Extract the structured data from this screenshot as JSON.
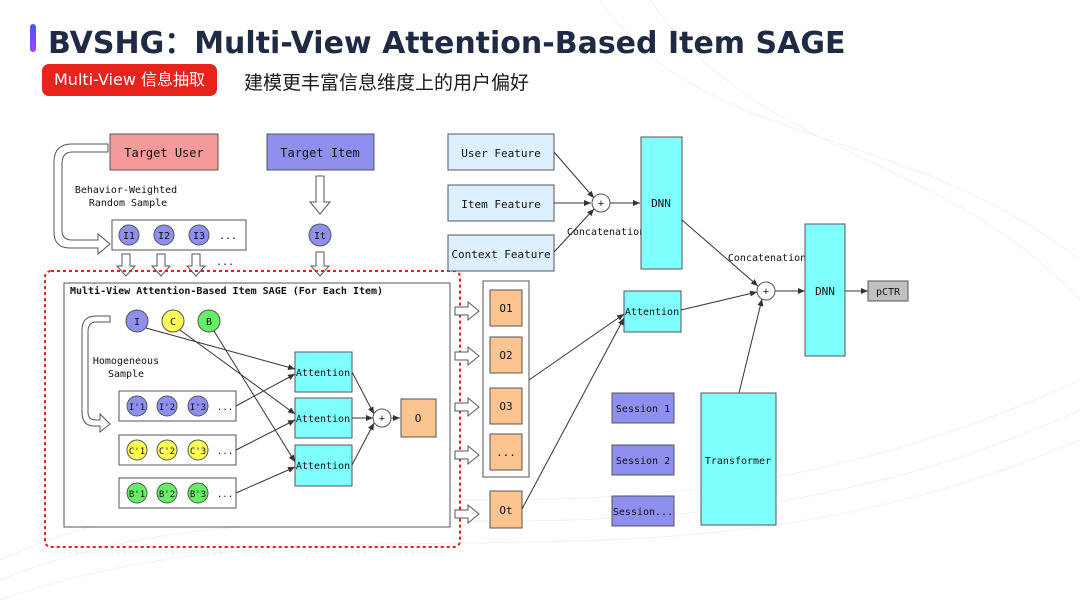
{
  "header": {
    "title": "BVSHG：Multi-View Attention-Based Item SAGE",
    "pill": "Multi-View 信息抽取",
    "subtitle": "建模更丰富信息维度上的用户偏好"
  },
  "diagram": {
    "target_user": "Target User",
    "target_item": "Target Item",
    "behavior_label_1": "Behavior-Weighted",
    "behavior_label_2": "Random Sample",
    "seq_items": [
      "I1",
      "I2",
      "I3",
      "..."
    ],
    "item_it": "It",
    "dots_below": "...",
    "sage_title": "Multi-View Attention-Based Item SAGE (For Each Item)",
    "view_nodes": [
      "I",
      "C",
      "B"
    ],
    "homog_1": "Homogeneous",
    "homog_2": "Sample",
    "row_i": [
      "I'1",
      "I'2",
      "I'3",
      "..."
    ],
    "row_c": [
      "C'1",
      "C'2",
      "C'3",
      "..."
    ],
    "row_b": [
      "B'1",
      "B'2",
      "B'3",
      "..."
    ],
    "attention": "Attention",
    "plus": "+",
    "out_o": "O",
    "outputs": [
      "O1",
      "O2",
      "O3",
      "..."
    ],
    "out_ot": "Ot",
    "user_feature": "User Feature",
    "item_feature": "Item Feature",
    "context_feature": "Context Feature",
    "concat_1": "Concatenation",
    "concat_2": "Concatenation",
    "dnn": "DNN",
    "sessions": [
      "Session 1",
      "Session 2",
      "Session..."
    ],
    "transformer": "Transformer",
    "pctr": "pCTR",
    "colors": {
      "target_user": "#f59a9a",
      "item_blue": "#8f8ff0",
      "node_yellow": "#ffff55",
      "node_green": "#66ee66",
      "cyan": "#80ffff",
      "orange": "#fbc490",
      "features": "#ddf0ff",
      "dashed_red": "#e81c1c",
      "pctr": "#c0c0c0"
    }
  }
}
